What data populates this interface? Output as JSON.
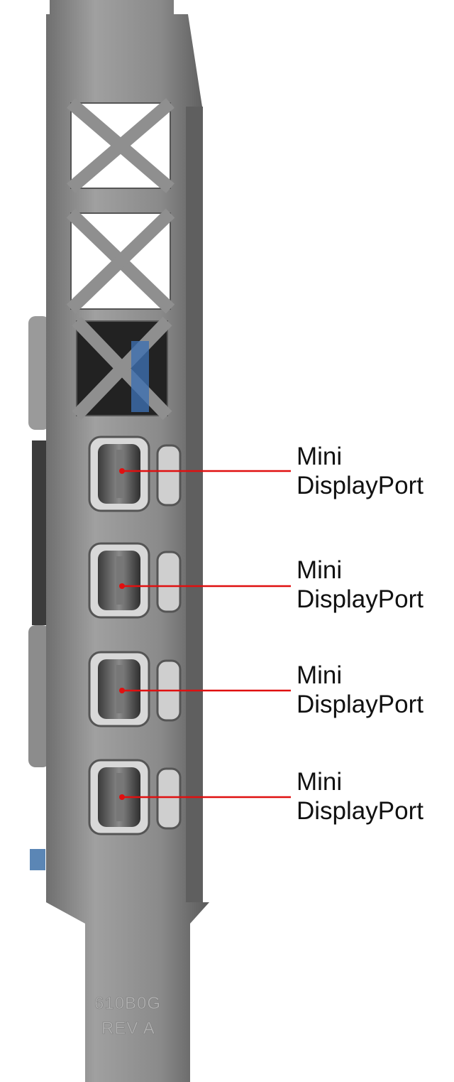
{
  "callouts": [
    {
      "line1": "Mini",
      "line2": "DisplayPort"
    },
    {
      "line1": "Mini",
      "line2": "DisplayPort"
    },
    {
      "line1": "Mini",
      "line2": "DisplayPort"
    },
    {
      "line1": "Mini",
      "line2": "DisplayPort"
    }
  ],
  "stamp": {
    "line1": "610B0G",
    "line2": "REV A"
  },
  "colors": {
    "bracket": "#8e8e8e",
    "callout_line": "#e01010"
  }
}
